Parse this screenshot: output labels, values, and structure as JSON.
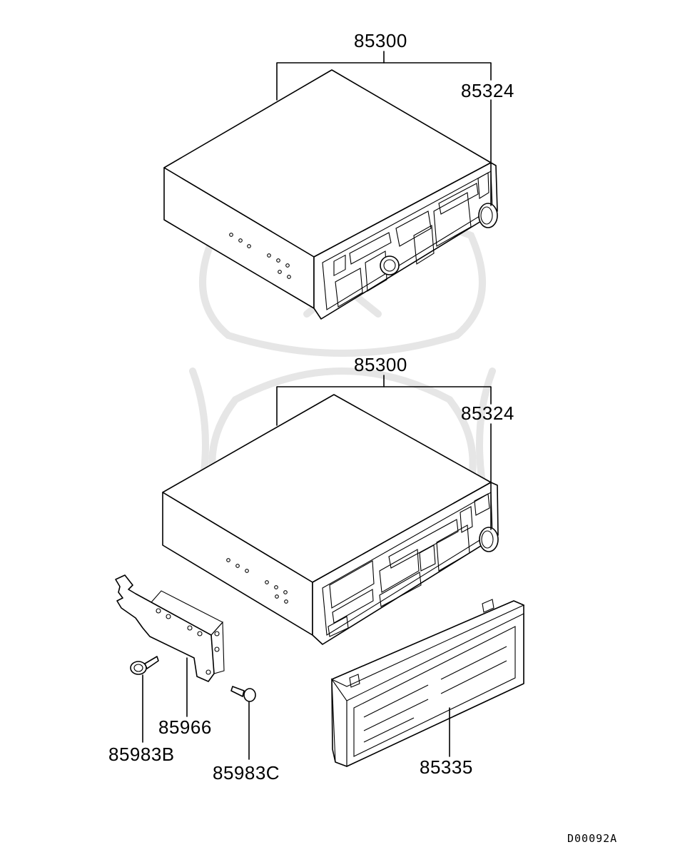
{
  "diagram": {
    "labels": {
      "unit_a_assembly": "85300",
      "unit_a_knob": "85324",
      "unit_b_assembly": "85300",
      "unit_b_knob": "85324",
      "bracket": "85966",
      "bolt": "85983B",
      "screw": "85983C",
      "bezel": "85335"
    },
    "drawing_code": "D00092A"
  }
}
